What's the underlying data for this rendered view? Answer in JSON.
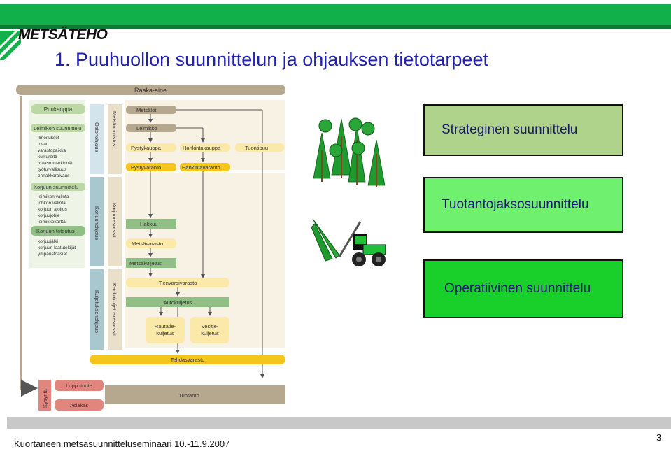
{
  "header": {
    "logo_text": "METSÄTEHO",
    "title": "1. Puuhuollon suunnittelun ja ohjauksen tietotarpeet"
  },
  "diagram": {
    "raw_material": "Raaka-aine",
    "purchase": "Puukauppa",
    "stand_marking": "Leimikon suunnittelu",
    "stand_items": [
      "ilmoitukset",
      "luvat",
      "varastopaikka",
      "kulkureitti",
      "maastomerkinnät",
      "työturvallisuus",
      "ennakkoraivaus"
    ],
    "harvest_planning": "Korjuun suunnittelu",
    "harvest_items": [
      "leimikon valinta",
      "lohkon valinta",
      "korjuun ajoitus",
      "korjuujohje",
      "leimikkokartta"
    ],
    "harvest_execution": "Korjuun toteutus",
    "execution_items": [
      "korjuujälki",
      "korjuun laatutekijät",
      "ympäristöasiat"
    ],
    "col_purchase_control": "Ostonohjaus",
    "col_harvest_control": "Korjuunohjaus",
    "col_transport_control": "Kuljetuksenohjaus",
    "col_forest_property": "Metsänomistus",
    "col_harvest_resources": "Korjuuresurssit",
    "col_transport_resources": "Kaukokuljetusresurssit",
    "forests": "Metsälöt",
    "stand": "Leimikko",
    "stumpage_sale": "Pystykauppa",
    "delivery_sale": "Hankintakauppa",
    "import": "Tuontipuu",
    "standing_stock": "Pystyvaranto",
    "delivery_stock": "Hankintavaranto",
    "cutting": "Hakkuu",
    "forest_storage": "Metsävarasto",
    "forest_haulage": "Metsäkuljetus",
    "roadside_storage": "Tienvarsivarasto",
    "truck_transport": "Autokuljetus",
    "rail_transport_1": "Rautatie-",
    "rail_transport_2": "kuljetus",
    "water_transport_1": "Vesitie-",
    "water_transport_2": "kuljetus",
    "mill_storage": "Tehdasvarasto",
    "demand": "Kysyntä",
    "end_product": "Lopputuote",
    "customer": "Asiakas",
    "production": "Tuotanto"
  },
  "levels": {
    "strategic": "Strateginen suunnittelu",
    "tactical": "Tuotantojaksosuunnittelu",
    "operational": "Operatiivinen suunnittelu"
  },
  "footer": {
    "text": "Kuortaneen metsäsuunnitteluseminaari 10.-11.9.2007",
    "page": "3"
  },
  "colors": {
    "green_band": "#11b04a",
    "strategic_box": "#afd38a",
    "tactical_box": "#6ff06f",
    "operational_box": "#19cf29",
    "title": "#2222aa"
  }
}
